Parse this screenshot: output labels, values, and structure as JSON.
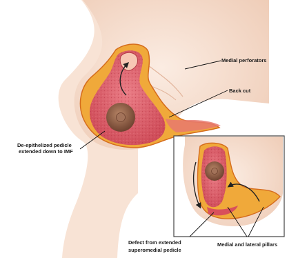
{
  "labels": {
    "medial_perforators": "Medial perforators",
    "back_cut": "Back cut",
    "deepithelized_line1": "De-epithelized pedicle",
    "deepithelized_line2": "extended down to IMF",
    "defect_line1": "Defect from extended",
    "defect_line2": "superomedial pedicle",
    "pillars": "Medial and lateral pillars"
  },
  "colors": {
    "skin": "#f7e1d2",
    "skin_shadow": "#e9c2aa",
    "pedicle": "#e0636e",
    "pedicle_dark": "#c63f4d",
    "fat": "#f2b235",
    "fat_edge": "#d8701f",
    "areola": "#8a5a42",
    "nipple": "#a07055",
    "inset_border": "#444444"
  }
}
